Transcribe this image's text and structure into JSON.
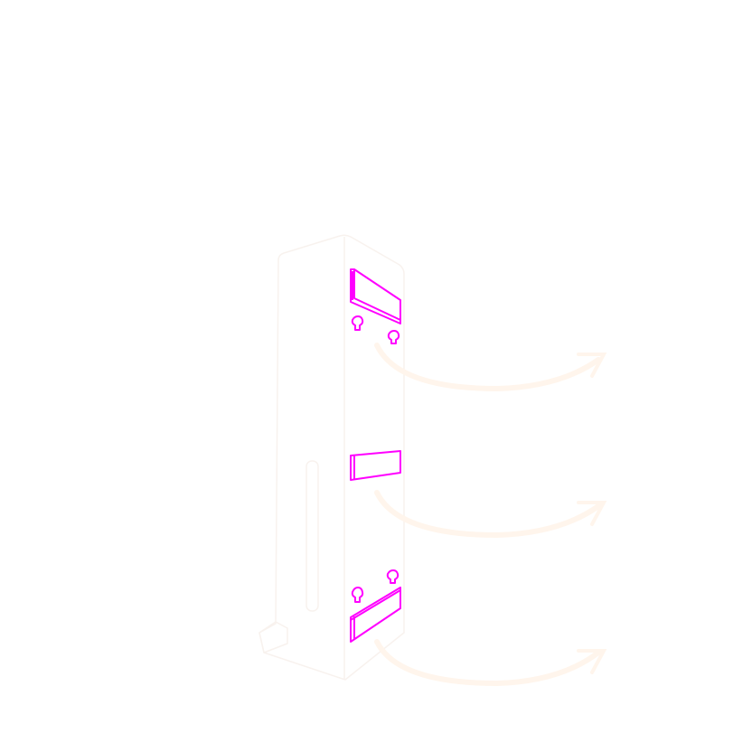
{
  "diagram": {
    "colors": {
      "background": "#ffffff",
      "tower_outline": "#fbf6f2",
      "highlight": "#ff00ff",
      "arrow": "#fff6ee"
    },
    "highlighted_parts": [
      "panel",
      "panel",
      "panel"
    ],
    "fasteners": 4,
    "rotation_arrows": 3
  }
}
